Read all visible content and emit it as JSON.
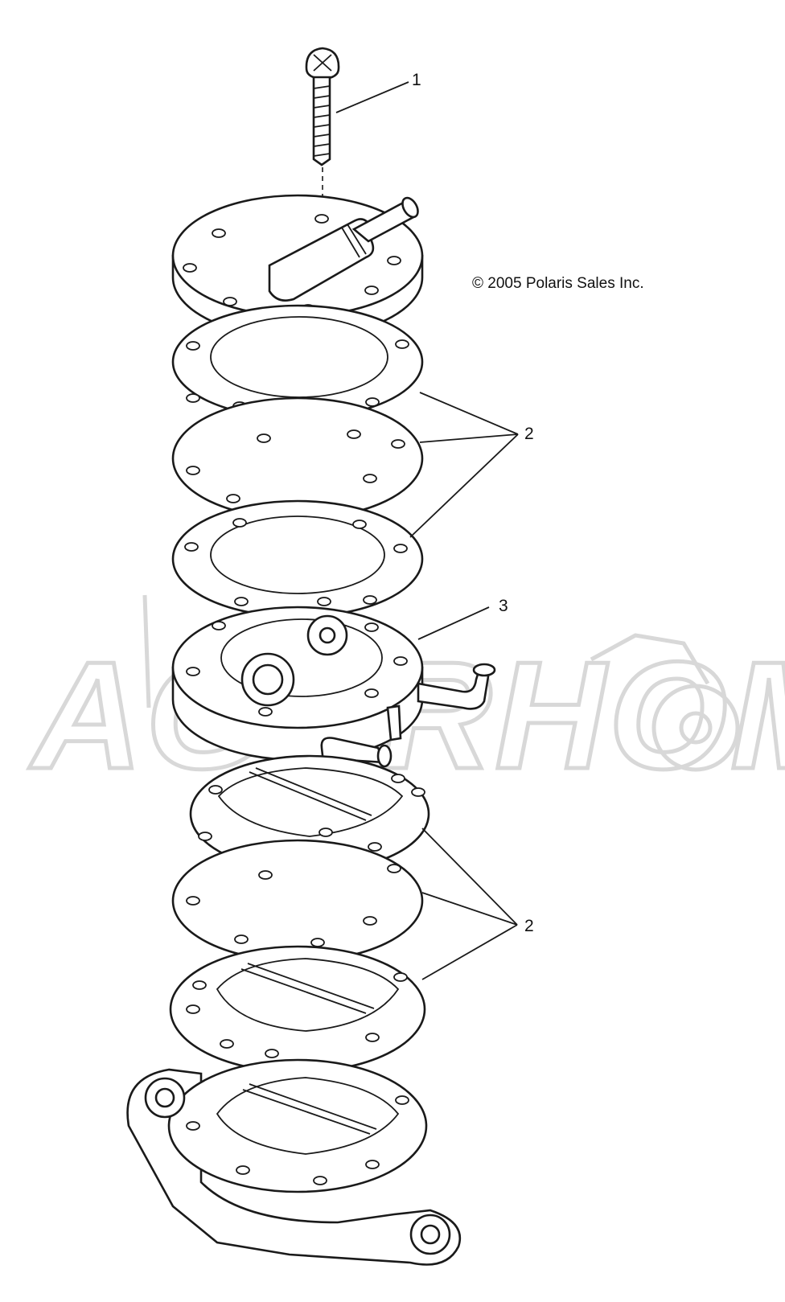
{
  "copyright": "© 2005 Polaris Sales Inc.",
  "watermark": "AGHRHOMO",
  "callouts": [
    {
      "id": "callout-1",
      "label": "1"
    },
    {
      "id": "callout-2-upper",
      "label": "2"
    },
    {
      "id": "callout-3",
      "label": "3"
    },
    {
      "id": "callout-2-lower",
      "label": "2"
    }
  ],
  "colors": {
    "line": "#1a1a1a",
    "watermark": "#d8d8d8",
    "background": "#ffffff"
  }
}
